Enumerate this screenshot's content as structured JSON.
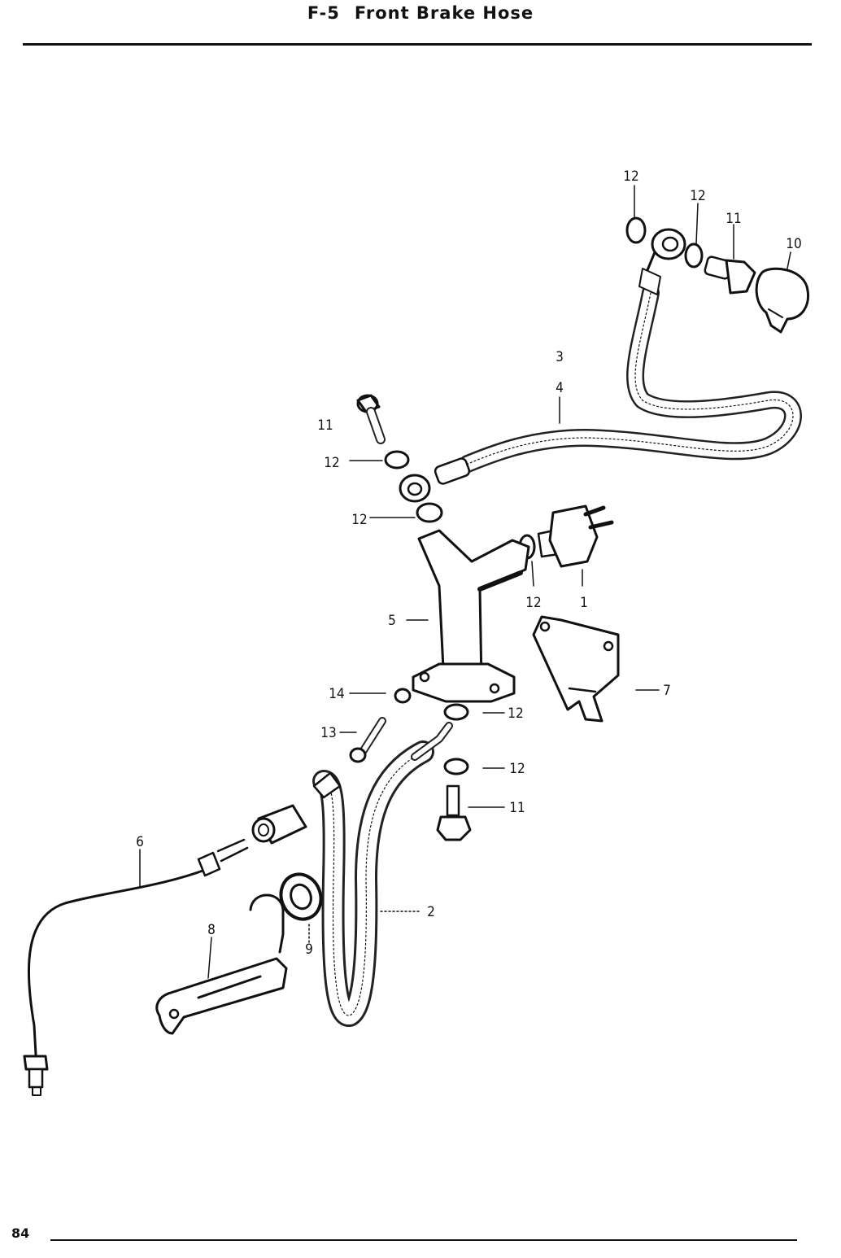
{
  "header": {
    "code": "F-5",
    "title": "Front Brake Hose"
  },
  "footer": {
    "page_number": "84"
  },
  "diagram": {
    "callouts": [
      {
        "id": "c1",
        "label": "1"
      },
      {
        "id": "c2",
        "label": "2"
      },
      {
        "id": "c3",
        "label": "3"
      },
      {
        "id": "c4",
        "label": "4"
      },
      {
        "id": "c5",
        "label": "5"
      },
      {
        "id": "c6",
        "label": "6"
      },
      {
        "id": "c7",
        "label": "7"
      },
      {
        "id": "c8",
        "label": "8"
      },
      {
        "id": "c9",
        "label": "9"
      },
      {
        "id": "c10",
        "label": "10"
      },
      {
        "id": "c11a",
        "label": "11"
      },
      {
        "id": "c11b",
        "label": "11"
      },
      {
        "id": "c11c",
        "label": "11"
      },
      {
        "id": "c12a",
        "label": "12"
      },
      {
        "id": "c12b",
        "label": "12"
      },
      {
        "id": "c12c",
        "label": "12"
      },
      {
        "id": "c12d",
        "label": "12"
      },
      {
        "id": "c12e",
        "label": "12"
      },
      {
        "id": "c12f",
        "label": "12"
      },
      {
        "id": "c12g",
        "label": "12"
      },
      {
        "id": "c13",
        "label": "13"
      },
      {
        "id": "c14",
        "label": "14"
      }
    ]
  }
}
